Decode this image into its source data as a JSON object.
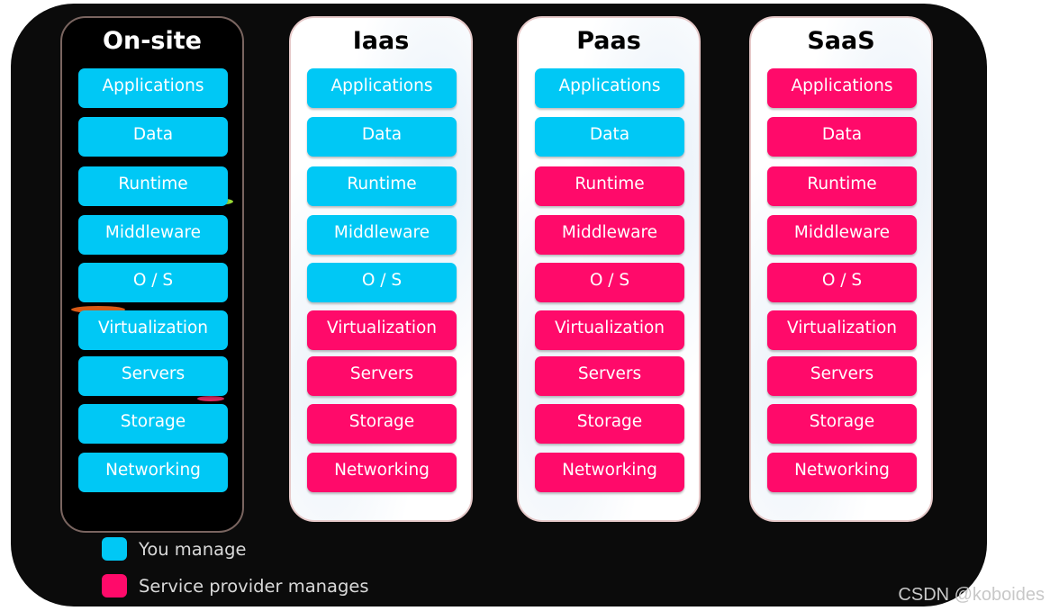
{
  "colors": {
    "you_manage": "#00c8f5",
    "provider_manages": "#ff0a6a",
    "background": "#0b0b0b"
  },
  "layers": [
    "Applications",
    "Data",
    "Runtime",
    "Middleware",
    "O / S",
    "Virtualization",
    "Servers",
    "Storage",
    "Networking"
  ],
  "columns": [
    {
      "title": "On-site",
      "style": "dark",
      "managed_by": [
        "you",
        "you",
        "you",
        "you",
        "you",
        "you",
        "you",
        "you",
        "you"
      ]
    },
    {
      "title": "Iaas",
      "style": "light",
      "managed_by": [
        "you",
        "you",
        "you",
        "you",
        "you",
        "provider",
        "provider",
        "provider",
        "provider"
      ]
    },
    {
      "title": "Paas",
      "style": "light",
      "managed_by": [
        "you",
        "you",
        "provider",
        "provider",
        "provider",
        "provider",
        "provider",
        "provider",
        "provider"
      ]
    },
    {
      "title": "SaaS",
      "style": "light",
      "managed_by": [
        "provider",
        "provider",
        "provider",
        "provider",
        "provider",
        "provider",
        "provider",
        "provider",
        "provider"
      ]
    }
  ],
  "legend": [
    {
      "label": "You manage",
      "key": "you"
    },
    {
      "label": "Service provider manages",
      "key": "provider"
    }
  ],
  "watermark": "CSDN @koboides"
}
